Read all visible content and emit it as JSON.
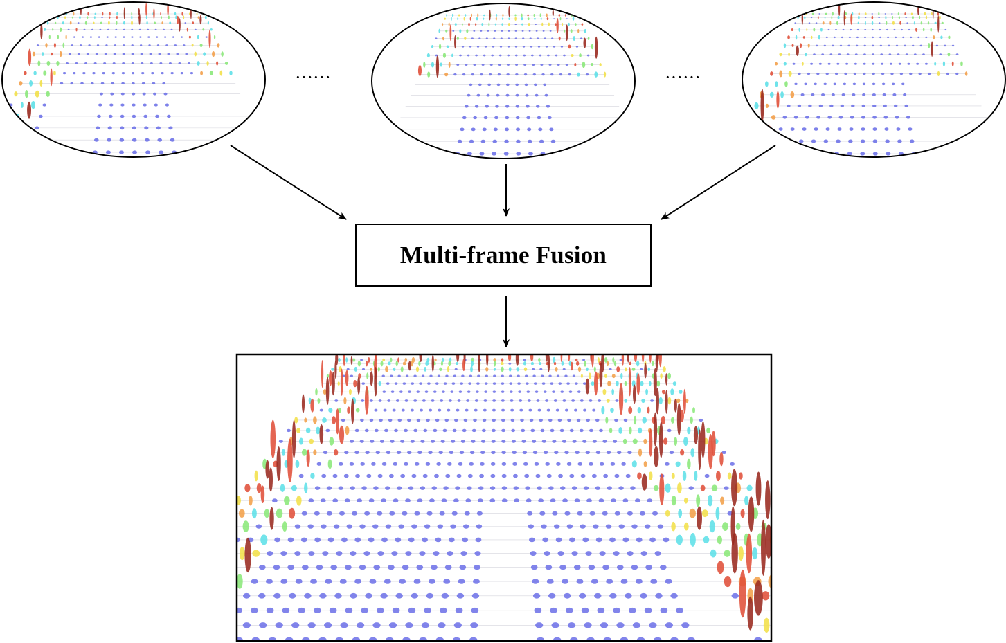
{
  "diagram": {
    "top_row": {
      "frames": [
        {
          "kind": "single-frame-semantic-gaussian-map"
        },
        {
          "kind": "single-frame-semantic-gaussian-map"
        },
        {
          "kind": "single-frame-semantic-gaussian-map"
        }
      ],
      "ellipsis_left": "······",
      "ellipsis_right": "······"
    },
    "fusion_box": {
      "label": "Multi-frame Fusion"
    },
    "output": {
      "kind": "fused-semantic-gaussian-map"
    },
    "palette": {
      "ground": "#6f73e8",
      "cyan": "#5fe0e8",
      "green": "#8be87a",
      "yellow": "#f2e04a",
      "orange": "#f3a04a",
      "red": "#e0503a",
      "darkred": "#9a2a20",
      "grid": "#d4d4dc"
    }
  }
}
